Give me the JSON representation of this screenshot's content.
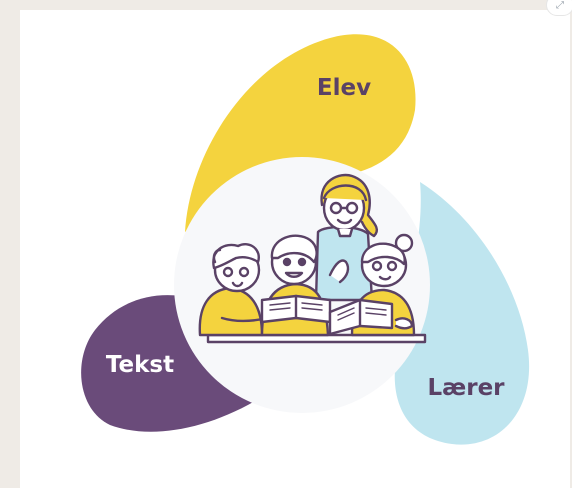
{
  "labels": {
    "elev": "Elev",
    "tekst": "Tekst",
    "laerer": "Lærer"
  },
  "colors": {
    "elev_petal": "#f4d33e",
    "tekst_petal": "#6a4b7a",
    "laerer_petal": "#bfe5ef",
    "center_circle": "#f7f8fa",
    "line_art": "#5a4266",
    "elev_label": "#5a4266",
    "tekst_label": "#ffffff",
    "laerer_label": "#5a4266"
  },
  "icons": {
    "corner": "expand-icon",
    "center": "teacher-and-students-reading-illustration"
  }
}
